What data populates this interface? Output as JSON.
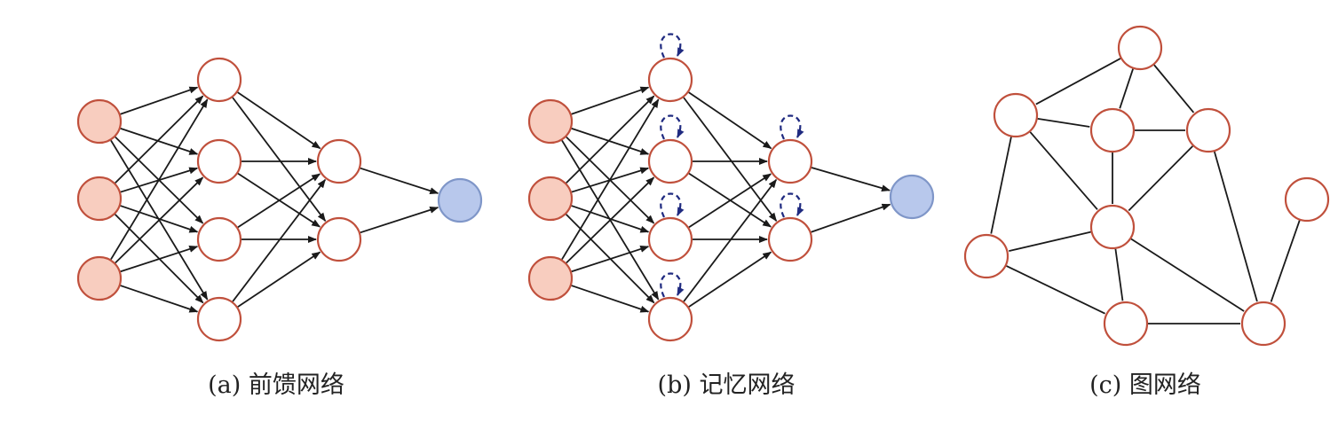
{
  "colors": {
    "input_fill": "#f8cdbf",
    "hidden_fill": "#ffffff",
    "output_fill": "#b8c8ec",
    "node_stroke": "#c0503c",
    "output_stroke": "#7f96c8",
    "edge": "#1a1a1a",
    "loop": "#1f2a80"
  },
  "panels": {
    "a": {
      "caption": "(a) 前馈网络",
      "type": "feedforward-network"
    },
    "b": {
      "caption": "(b) 记忆网络",
      "type": "memory-network"
    },
    "c": {
      "caption": "(c) 图网络",
      "type": "graph-network"
    }
  }
}
